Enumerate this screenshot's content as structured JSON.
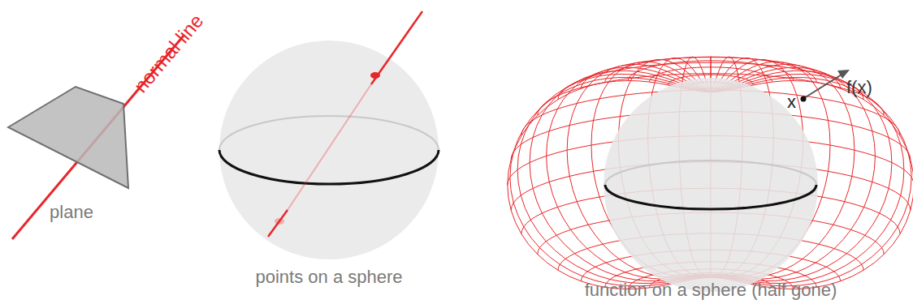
{
  "diagram": {
    "labels": [
      "normal line",
      "plane",
      "points on a sphere",
      "x",
      "f(x)",
      "function on a sphere (half gone)"
    ]
  }
}
